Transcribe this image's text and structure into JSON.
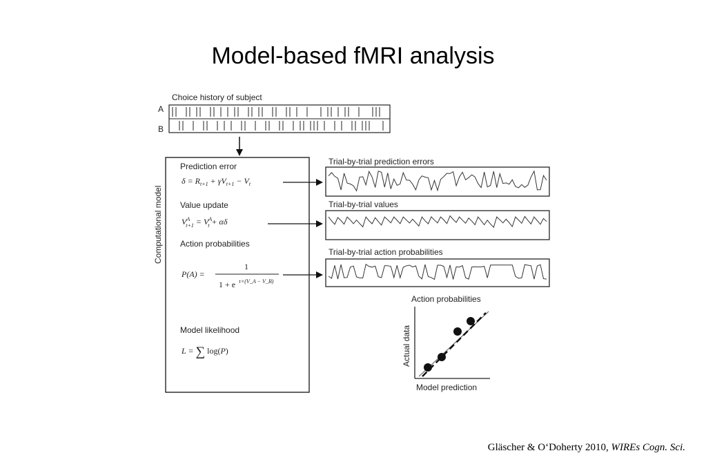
{
  "slide": {
    "title": "Model-based fMRI analysis",
    "citation": {
      "authors": "Gläscher & O‘Doherty 2010,",
      "journal": "WIREs Cogn. Sci."
    }
  },
  "diagram": {
    "choice_history": {
      "title": "Choice history of subject",
      "row_a_label": "A",
      "row_b_label": "B"
    },
    "computational_model": {
      "side_label": "Computational model",
      "prediction_error": {
        "label": "Prediction error",
        "formula": "δ = R_{t+1} + γV_{t+1} − V_t"
      },
      "value_update": {
        "label": "Value update",
        "formula": "V^A_{t+1} = V^A_t + αδ"
      },
      "action_probabilities": {
        "label": "Action probabilities",
        "formula_lhs": "P(A) =",
        "numerator": "1",
        "denominator_base": "1 + e",
        "exponent": "τ×(V_A − V_B)"
      },
      "model_likelihood": {
        "label": "Model likelihood",
        "formula": "L = Σ log(P)"
      }
    },
    "timeseries": [
      {
        "title": "Trial-by-trial prediction errors"
      },
      {
        "title": "Trial-by-trial values"
      },
      {
        "title": "Trial-by-trial action probabilities"
      }
    ],
    "scatter": {
      "title": "Action probabilities",
      "xlabel": "Model prediction",
      "ylabel": "Actual data"
    }
  }
}
